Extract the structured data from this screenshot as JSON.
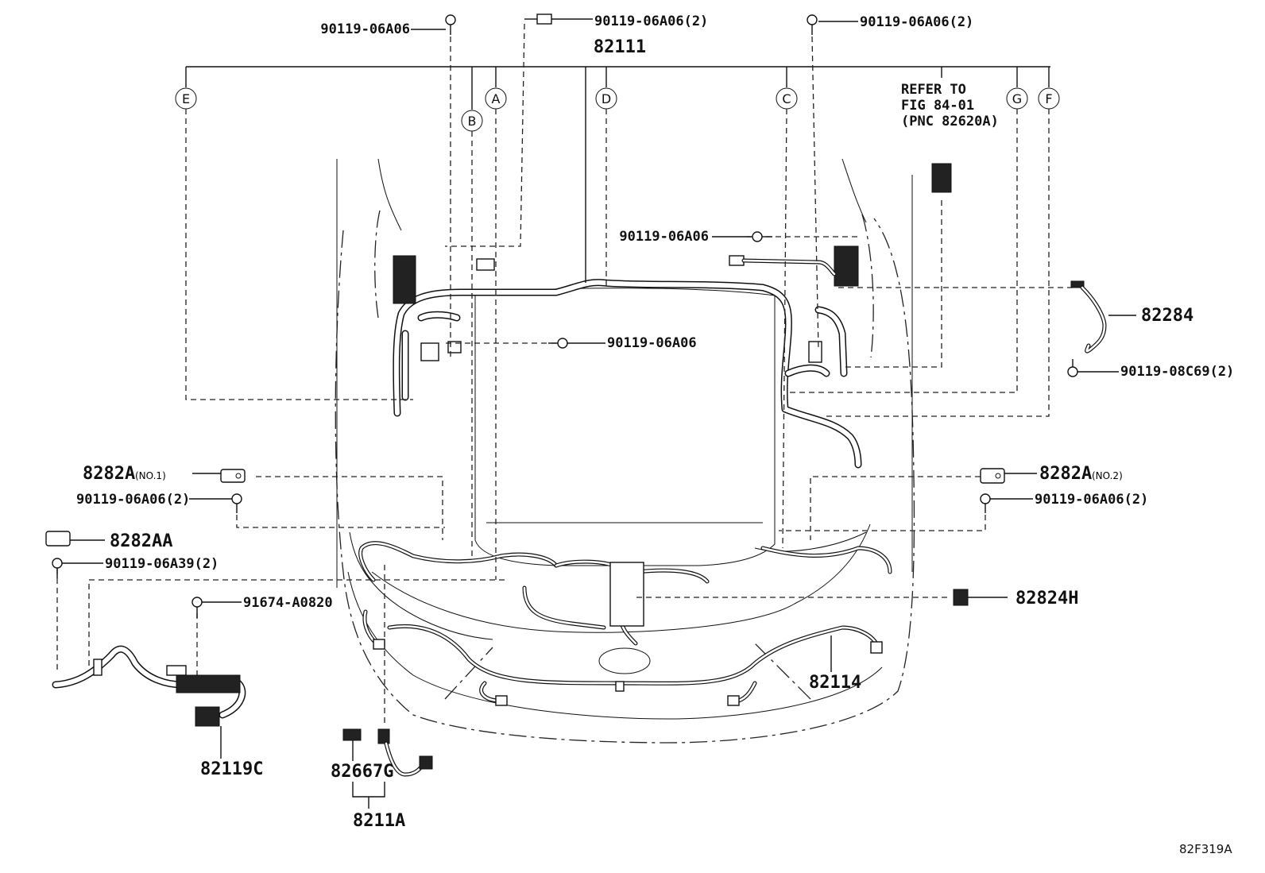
{
  "diagram": {
    "figure_code": "82F319A",
    "refer_note": [
      "REFER TO",
      "FIG 84-01",
      "(PNC 82620A)"
    ],
    "circle_labels": [
      "E",
      "B",
      "A",
      "D",
      "C",
      "G",
      "F"
    ],
    "parts": {
      "main_harness": "82111",
      "bolt_top_left": "90119-06A06",
      "bolt_top_mid": "90119-06A06(2)",
      "bolt_top_right": "90119-06A06(2)",
      "bolt_center_upper": "90119-06A06",
      "bolt_center": "90119-06A06",
      "wire_82284": "82284",
      "bolt_82284": "90119-08C69(2)",
      "bracket_no1": "8282A",
      "bracket_no1_note": "(NO.1)",
      "bolt_no1": "90119-06A06(2)",
      "bracket_no2": "8282A",
      "bracket_no2_note": "(NO.2)",
      "bolt_no2": "90119-06A06(2)",
      "bracket_aa": "8282AA",
      "bolt_aa": "90119-06A39(2)",
      "bolt_91674": "91674-A0820",
      "connector_82824h": "82824H",
      "wire_82114": "82114",
      "wire_82119c": "82119C",
      "connector_82667g": "82667G",
      "wire_8211a": "8211A"
    }
  }
}
